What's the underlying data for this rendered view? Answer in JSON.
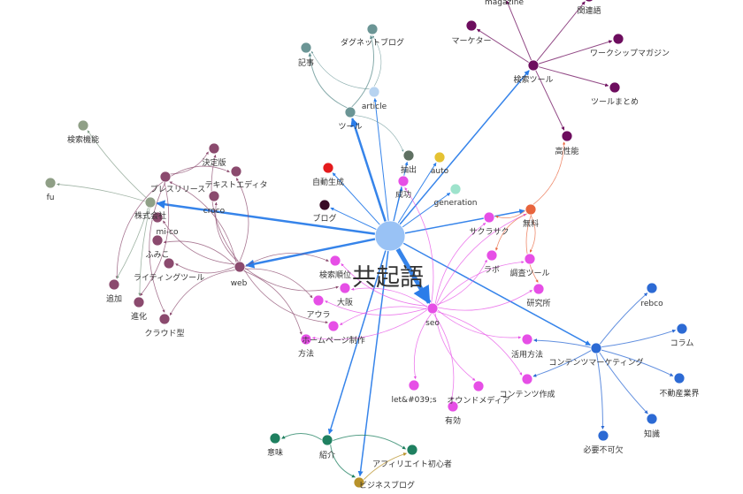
{
  "graph": {
    "center_label": "共起語",
    "colors": {
      "core": "#2b7de9",
      "sep": "#e64fe6",
      "web": "#8b4a6e",
      "teal": "#5f8f8f",
      "purple": "#6d0d5e",
      "blue": "#2c6ad4",
      "green": "#1f8060",
      "gray": "#7f9a85",
      "orange": "#e8643c",
      "gold": "#b8922a"
    },
    "nodes": [
      {
        "id": "center",
        "label": "",
        "color": "#99c2f5"
      },
      {
        "id": "sep",
        "label": "seo",
        "color": "#e64fe6"
      },
      {
        "id": "web",
        "label": "web",
        "color": "#8b4a6e"
      },
      {
        "id": "press",
        "label": "プレスリリース",
        "color": "#8b4a6e"
      },
      {
        "id": "kabushiki",
        "label": "株式会社",
        "color": "#8f9f86"
      },
      {
        "id": "kensaku_kinou",
        "label": "検索機能",
        "color": "#8f9f86"
      },
      {
        "id": "fu",
        "label": "fu",
        "color": "#8f9f86"
      },
      {
        "id": "ketteiban",
        "label": "決定版",
        "color": "#8b4a6e"
      },
      {
        "id": "text_editor",
        "label": "テキストエディタ",
        "color": "#8b4a6e"
      },
      {
        "id": "croco",
        "label": "croco",
        "color": "#8b4a6e"
      },
      {
        "id": "mico",
        "label": "mi-co",
        "color": "#8b4a6e"
      },
      {
        "id": "fumiko",
        "label": "ふみこ",
        "color": "#8b4a6e"
      },
      {
        "id": "writing_tool",
        "label": "ライティングツール",
        "color": "#8b4a6e"
      },
      {
        "id": "tsuika",
        "label": "追加",
        "color": "#8b4a6e"
      },
      {
        "id": "shinka",
        "label": "進化",
        "color": "#8b4a6e"
      },
      {
        "id": "cloud",
        "label": "クラウド型",
        "color": "#8b4a6e"
      },
      {
        "id": "tool_teal",
        "label": "ツール",
        "color": "#6b9595"
      },
      {
        "id": "kiji",
        "label": "記事",
        "color": "#6b9595"
      },
      {
        "id": "dagnet",
        "label": "ダグネットブログ",
        "color": "#6b9595"
      },
      {
        "id": "article",
        "label": "article",
        "color": "#b7d3f0"
      },
      {
        "id": "jidou",
        "label": "自動生成",
        "color": "#e41a1c"
      },
      {
        "id": "blog_dark",
        "label": "ブログ",
        "color": "#3a0b25"
      },
      {
        "id": "chushutsu",
        "label": "抽出",
        "color": "#5f7062"
      },
      {
        "id": "auto",
        "label": "auto",
        "color": "#e5c232"
      },
      {
        "id": "seikou",
        "label": "成功",
        "color": "#e64fe6"
      },
      {
        "id": "generation",
        "label": "generation",
        "color": "#9ee3cc"
      },
      {
        "id": "kensaku_tool",
        "label": "検索ツール",
        "color": "#6d0d5e"
      },
      {
        "id": "magazine",
        "label": "magazine",
        "color": "#6d0d5e"
      },
      {
        "id": "kanrengo",
        "label": "関連語",
        "color": "#6d0d5e"
      },
      {
        "id": "marketer",
        "label": "マーケター",
        "color": "#6d0d5e"
      },
      {
        "id": "workshop",
        "label": "ワークシップマガジン",
        "color": "#6d0d5e"
      },
      {
        "id": "tool_matome",
        "label": "ツールまとめ",
        "color": "#6d0d5e"
      },
      {
        "id": "kouseinou",
        "label": "高性能",
        "color": "#6d0d5e"
      },
      {
        "id": "muryou",
        "label": "無料",
        "color": "#e8643c"
      },
      {
        "id": "sakura",
        "label": "サクラサク",
        "color": "#e64fe6"
      },
      {
        "id": "lab",
        "label": "ラボ",
        "color": "#e64fe6"
      },
      {
        "id": "chousa_tool",
        "label": "調査ツール",
        "color": "#e64fe6"
      },
      {
        "id": "kenkyujo",
        "label": "研究所",
        "color": "#e64fe6"
      },
      {
        "id": "kensaku_juni",
        "label": "検索順位",
        "color": "#e64fe6"
      },
      {
        "id": "osaka",
        "label": "大阪",
        "color": "#e64fe6"
      },
      {
        "id": "aura",
        "label": "アウラ",
        "color": "#e64fe6"
      },
      {
        "id": "homepage",
        "label": "ホームページ制作",
        "color": "#e64fe6"
      },
      {
        "id": "houhou",
        "label": "方法",
        "color": "#e64fe6"
      },
      {
        "id": "katsuyou",
        "label": "活用方法",
        "color": "#e64fe6"
      },
      {
        "id": "contents_sakusei",
        "label": "コンテンツ作成",
        "color": "#e64fe6"
      },
      {
        "id": "owned",
        "label": "オウンドメディア",
        "color": "#e64fe6"
      },
      {
        "id": "yuukou",
        "label": "有効",
        "color": "#e64fe6"
      },
      {
        "id": "lets",
        "label": "let&#039;s",
        "color": "#e64fe6"
      },
      {
        "id": "cm",
        "label": "コンテンツマーケティング",
        "color": "#2c6ad4"
      },
      {
        "id": "rebco",
        "label": "rebco",
        "color": "#2c6ad4"
      },
      {
        "id": "column",
        "label": "コラム",
        "color": "#2c6ad4"
      },
      {
        "id": "fudousan",
        "label": "不動産業界",
        "color": "#2c6ad4"
      },
      {
        "id": "chishiki",
        "label": "知識",
        "color": "#2c6ad4"
      },
      {
        "id": "hitsuyou",
        "label": "必要不可欠",
        "color": "#2c6ad4"
      },
      {
        "id": "shoukai",
        "label": "紹介",
        "color": "#1f8060"
      },
      {
        "id": "imi",
        "label": "意味",
        "color": "#1f8060"
      },
      {
        "id": "affiliate",
        "label": "アフィリエイト初心者",
        "color": "#1f8060"
      },
      {
        "id": "business_blog",
        "label": "ビジネスブログ",
        "color": "#b8922a"
      }
    ],
    "edges": [
      {
        "from": "center",
        "to": "sep",
        "group": "core",
        "weight": 5
      },
      {
        "from": "center",
        "to": "web",
        "group": "core",
        "weight": 2.5
      },
      {
        "from": "center",
        "to": "kabushiki",
        "group": "core",
        "weight": 2.5
      },
      {
        "from": "center",
        "to": "tool_teal",
        "group": "core",
        "weight": 2.5
      },
      {
        "from": "center",
        "to": "kensaku_tool",
        "group": "core",
        "weight": 1.5
      },
      {
        "from": "center",
        "to": "muryou",
        "group": "core",
        "weight": 1.5
      },
      {
        "from": "center",
        "to": "cm",
        "group": "core",
        "weight": 1.5
      },
      {
        "from": "center",
        "to": "shoukai",
        "group": "core",
        "weight": 1.5
      },
      {
        "from": "center",
        "to": "business_blog",
        "group": "core",
        "weight": 1.5
      },
      {
        "from": "center",
        "to": "jidou",
        "group": "core",
        "weight": 1
      },
      {
        "from": "center",
        "to": "blog_dark",
        "group": "core",
        "weight": 1
      },
      {
        "from": "center",
        "to": "chushutsu",
        "group": "core",
        "weight": 1
      },
      {
        "from": "center",
        "to": "auto",
        "group": "core",
        "weight": 1
      },
      {
        "from": "center",
        "to": "seikou",
        "group": "core",
        "weight": 1
      },
      {
        "from": "center",
        "to": "generation",
        "group": "core",
        "weight": 1
      },
      {
        "from": "center",
        "to": "article",
        "group": "core",
        "weight": 1
      },
      {
        "from": "sep",
        "to": "sakura",
        "group": "sep",
        "weight": 0.8
      },
      {
        "from": "sep",
        "to": "lab",
        "group": "sep",
        "weight": 0.8
      },
      {
        "from": "sep",
        "to": "chousa_tool",
        "group": "sep",
        "weight": 0.8
      },
      {
        "from": "sep",
        "to": "kenkyujo",
        "group": "sep",
        "weight": 0.8
      },
      {
        "from": "sep",
        "to": "kensaku_juni",
        "group": "sep",
        "weight": 0.8
      },
      {
        "from": "sep",
        "to": "osaka",
        "group": "sep",
        "weight": 0.8
      },
      {
        "from": "sep",
        "to": "aura",
        "group": "sep",
        "weight": 0.8
      },
      {
        "from": "sep",
        "to": "homepage",
        "group": "sep",
        "weight": 0.8
      },
      {
        "from": "sep",
        "to": "houhou",
        "group": "sep",
        "weight": 0.8
      },
      {
        "from": "sep",
        "to": "katsuyou",
        "group": "sep",
        "weight": 0.8
      },
      {
        "from": "sep",
        "to": "contents_sakusei",
        "group": "sep",
        "weight": 0.8
      },
      {
        "from": "sep",
        "to": "owned",
        "group": "sep",
        "weight": 0.8
      },
      {
        "from": "sep",
        "to": "yuukou",
        "group": "sep",
        "weight": 0.8
      },
      {
        "from": "sep",
        "to": "lets",
        "group": "sep",
        "weight": 0.8
      },
      {
        "from": "sep",
        "to": "muryou",
        "group": "sep",
        "weight": 0.8
      },
      {
        "from": "sep",
        "to": "seikou",
        "group": "sep",
        "weight": 0.8
      },
      {
        "from": "web",
        "to": "ketteiban",
        "group": "web",
        "weight": 0.8
      },
      {
        "from": "web",
        "to": "text_editor",
        "group": "web",
        "weight": 0.8
      },
      {
        "from": "web",
        "to": "croco",
        "group": "web",
        "weight": 0.8
      },
      {
        "from": "web",
        "to": "press",
        "group": "web",
        "weight": 0.8
      },
      {
        "from": "web",
        "to": "mico",
        "group": "web",
        "weight": 0.8
      },
      {
        "from": "web",
        "to": "fumiko",
        "group": "web",
        "weight": 0.8
      },
      {
        "from": "web",
        "to": "writing_tool",
        "group": "web",
        "weight": 0.8
      },
      {
        "from": "web",
        "to": "cloud",
        "group": "web",
        "weight": 0.8
      },
      {
        "from": "web",
        "to": "kensaku_juni",
        "group": "web",
        "weight": 0.8
      },
      {
        "from": "web",
        "to": "osaka",
        "group": "web",
        "weight": 0.8
      },
      {
        "from": "web",
        "to": "aura",
        "group": "web",
        "weight": 0.8
      },
      {
        "from": "web",
        "to": "homepage",
        "group": "web",
        "weight": 0.8
      },
      {
        "from": "web",
        "to": "houhou",
        "group": "web",
        "weight": 0.8
      },
      {
        "from": "press",
        "to": "ketteiban",
        "group": "web",
        "weight": 0.8
      },
      {
        "from": "press",
        "to": "text_editor",
        "group": "web",
        "weight": 0.8
      },
      {
        "from": "press",
        "to": "tsuika",
        "group": "web",
        "weight": 0.8
      },
      {
        "from": "press",
        "to": "shinka",
        "group": "web",
        "weight": 0.8
      },
      {
        "from": "press",
        "to": "cloud",
        "group": "web",
        "weight": 0.8
      },
      {
        "from": "kabushiki",
        "to": "kensaku_kinou",
        "group": "gray",
        "weight": 0.8
      },
      {
        "from": "kabushiki",
        "to": "fu",
        "group": "gray",
        "weight": 0.8
      },
      {
        "from": "kabushiki",
        "to": "tsuika",
        "group": "gray",
        "weight": 0.8
      },
      {
        "from": "kabushiki",
        "to": "shinka",
        "group": "gray",
        "weight": 0.8
      },
      {
        "from": "tool_teal",
        "to": "kiji",
        "group": "teal",
        "weight": 1
      },
      {
        "from": "tool_teal",
        "to": "dagnet",
        "group": "teal",
        "weight": 1
      },
      {
        "from": "article",
        "to": "kiji",
        "group": "teal",
        "weight": 0.6
      },
      {
        "from": "article",
        "to": "dagnet",
        "group": "teal",
        "weight": 0.6
      },
      {
        "from": "tool_teal",
        "to": "chushutsu",
        "group": "teal",
        "weight": 0.6
      },
      {
        "from": "kensaku_tool",
        "to": "magazine",
        "group": "purple",
        "weight": 1
      },
      {
        "from": "kensaku_tool",
        "to": "kanrengo",
        "group": "purple",
        "weight": 1
      },
      {
        "from": "kensaku_tool",
        "to": "marketer",
        "group": "purple",
        "weight": 1
      },
      {
        "from": "kensaku_tool",
        "to": "workshop",
        "group": "purple",
        "weight": 1
      },
      {
        "from": "kensaku_tool",
        "to": "tool_matome",
        "group": "purple",
        "weight": 1
      },
      {
        "from": "kensaku_tool",
        "to": "kouseinou",
        "group": "purple",
        "weight": 1
      },
      {
        "from": "muryou",
        "to": "kouseinou",
        "group": "orange",
        "weight": 0.8
      },
      {
        "from": "muryou",
        "to": "sakura",
        "group": "orange",
        "weight": 0.8
      },
      {
        "from": "muryou",
        "to": "lab",
        "group": "orange",
        "weight": 0.8
      },
      {
        "from": "muryou",
        "to": "chousa_tool",
        "group": "orange",
        "weight": 0.8
      },
      {
        "from": "muryou",
        "to": "kenkyujo",
        "group": "orange",
        "weight": 0.8
      },
      {
        "from": "cm",
        "to": "rebco",
        "group": "blue",
        "weight": 1
      },
      {
        "from": "cm",
        "to": "column",
        "group": "blue",
        "weight": 1
      },
      {
        "from": "cm",
        "to": "fudousan",
        "group": "blue",
        "weight": 1
      },
      {
        "from": "cm",
        "to": "chishiki",
        "group": "blue",
        "weight": 1
      },
      {
        "from": "cm",
        "to": "hitsuyou",
        "group": "blue",
        "weight": 1
      },
      {
        "from": "cm",
        "to": "katsuyou",
        "group": "blue",
        "weight": 1
      },
      {
        "from": "cm",
        "to": "contents_sakusei",
        "group": "blue",
        "weight": 1
      },
      {
        "from": "shoukai",
        "to": "imi",
        "group": "green",
        "weight": 1
      },
      {
        "from": "shoukai",
        "to": "affiliate",
        "group": "green",
        "weight": 1
      },
      {
        "from": "shoukai",
        "to": "business_blog",
        "group": "green",
        "weight": 1
      },
      {
        "from": "business_blog",
        "to": "affiliate",
        "group": "gold",
        "weight": 1
      }
    ]
  }
}
